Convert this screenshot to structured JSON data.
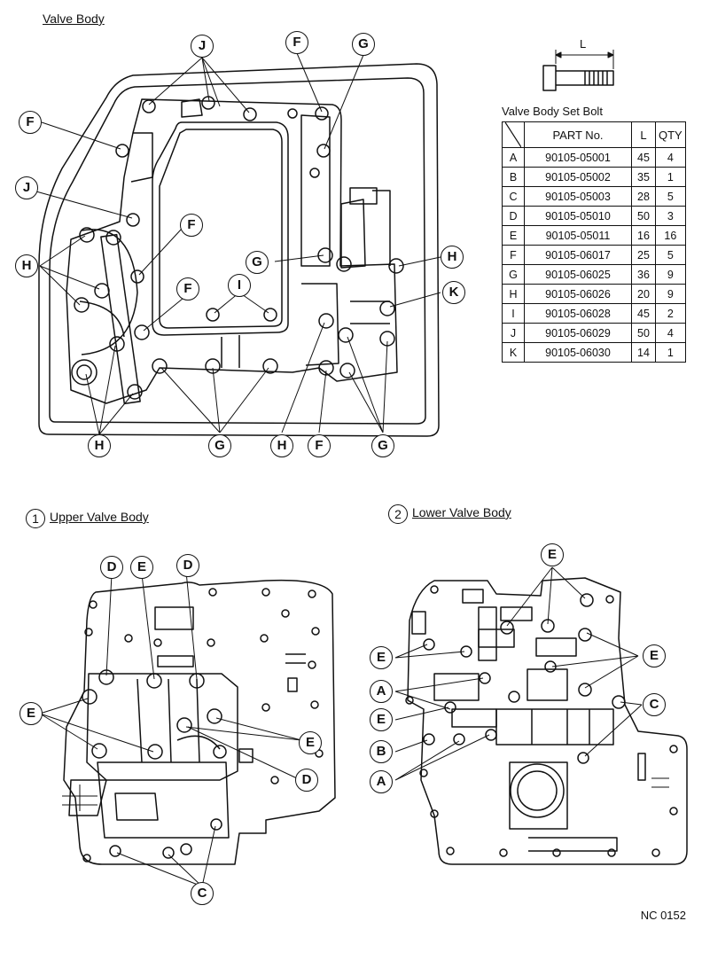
{
  "titles": {
    "main": "Valve Body",
    "upper": "Upper Valve Body",
    "lower": "Lower Valve Body",
    "upper_num": "1",
    "lower_num": "2"
  },
  "bolt_sketch": {
    "dimension_label": "L"
  },
  "bolt_table": {
    "caption": "Valve Body Set Bolt",
    "headers": {
      "part": "PART No.",
      "length": "L",
      "qty": "QTY"
    },
    "rows": [
      {
        "code": "A",
        "part": "90105-05001",
        "length": "45",
        "qty": "4"
      },
      {
        "code": "B",
        "part": "90105-05002",
        "length": "35",
        "qty": "1"
      },
      {
        "code": "C",
        "part": "90105-05003",
        "length": "28",
        "qty": "5"
      },
      {
        "code": "D",
        "part": "90105-05010",
        "length": "50",
        "qty": "3"
      },
      {
        "code": "E",
        "part": "90105-05011",
        "length": "16",
        "qty": "16"
      },
      {
        "code": "F",
        "part": "90105-06017",
        "length": "25",
        "qty": "5"
      },
      {
        "code": "G",
        "part": "90105-06025",
        "length": "36",
        "qty": "9"
      },
      {
        "code": "H",
        "part": "90105-06026",
        "length": "20",
        "qty": "9"
      },
      {
        "code": "I",
        "part": "90105-06028",
        "length": "45",
        "qty": "2"
      },
      {
        "code": "J",
        "part": "90105-06029",
        "length": "50",
        "qty": "4"
      },
      {
        "code": "K",
        "part": "90105-06030",
        "length": "14",
        "qty": "1"
      }
    ]
  },
  "callouts": {
    "main": [
      "J",
      "F",
      "G",
      "F",
      "J",
      "H",
      "F",
      "G",
      "H",
      "F",
      "I",
      "K",
      "H",
      "G",
      "H",
      "F",
      "G"
    ],
    "upper": [
      "D",
      "E",
      "D",
      "E",
      "E",
      "D",
      "C"
    ],
    "lower": [
      "E",
      "E",
      "E",
      "A",
      "C",
      "E",
      "B",
      "A"
    ]
  },
  "figure_code": "NC 0152"
}
